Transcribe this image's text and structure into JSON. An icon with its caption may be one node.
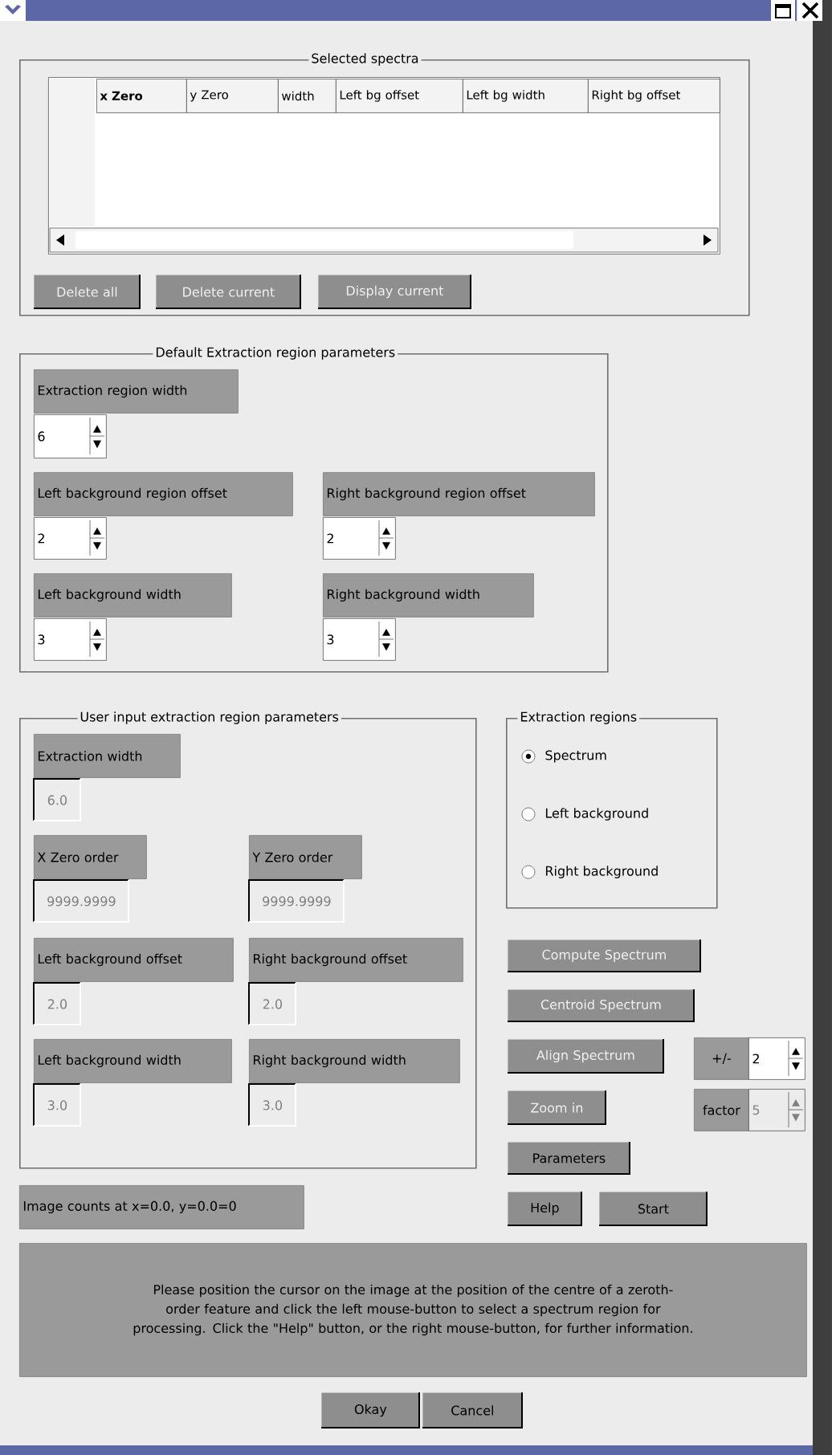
{
  "diagram": {
    "nodes": [
      {
        "text": [
          "Selected spectra"
        ]
      },
      {
        "text": [
          "x Zero",
          "y Zero",
          "width",
          "Left bg offset",
          "Left bg width",
          "Right bg offset"
        ],
        "in": 0
      },
      {
        "text": [
          "Delete all"
        ],
        "in": 0
      },
      {
        "text": [
          "Delete current"
        ],
        "in": 0
      },
      {
        "text": [
          "Display current"
        ],
        "in": 0
      },
      {
        "text": [
          "Default Extraction region parameters"
        ]
      },
      {
        "text": [
          "Extraction region width"
        ],
        "in": 5
      },
      {
        "text": [
          "6"
        ],
        "in": 5
      },
      {
        "text": [
          "Left background region offset"
        ],
        "in": 5
      },
      {
        "text": [
          "Right background region offset"
        ],
        "in": 5
      },
      {
        "text": [
          "2"
        ],
        "in": 5
      },
      {
        "text": [
          "2"
        ],
        "in": 5
      },
      {
        "text": [
          "Left background width"
        ],
        "in": 5
      },
      {
        "text": [
          "Right background width"
        ],
        "in": 5
      },
      {
        "text": [
          "3"
        ],
        "in": 5
      },
      {
        "text": [
          "3"
        ],
        "in": 5
      },
      {
        "text": [
          "User input extraction region parameters"
        ]
      },
      {
        "text": [
          "Extraction width"
        ],
        "in": 16
      },
      {
        "text": [
          "6.0"
        ],
        "in": 16
      },
      {
        "text": [
          "X Zero order"
        ],
        "in": 16
      },
      {
        "text": [
          "Y Zero order"
        ],
        "in": 16
      },
      {
        "text": [
          "9999.9999"
        ],
        "in": 16
      },
      {
        "text": [
          "9999.9999"
        ],
        "in": 16
      },
      {
        "text": [
          "Left background offset"
        ],
        "in": 16
      },
      {
        "text": [
          "Right background offset"
        ],
        "in": 16
      },
      {
        "text": [
          "2.0"
        ],
        "in": 16
      },
      {
        "text": [
          "2.0"
        ],
        "in": 16
      },
      {
        "text": [
          "Left background width"
        ],
        "in": 16
      },
      {
        "text": [
          "Right background width"
        ],
        "in": 16
      },
      {
        "text": [
          "3.0"
        ],
        "in": 16
      },
      {
        "text": [
          "3.0"
        ],
        "in": 16
      },
      {
        "text": [
          "Extraction regions",
          "Spectrum",
          "Left background",
          "Right background"
        ]
      },
      {
        "text": [
          "Compute Spectrum"
        ]
      },
      {
        "text": [
          "Centroid Spectrum"
        ]
      },
      {
        "text": [
          "Align Spectrum"
        ]
      },
      {
        "text": [
          "+/-"
        ]
      },
      {
        "text": [
          "2"
        ]
      },
      {
        "text": [
          "Zoom in"
        ]
      },
      {
        "text": [
          "factor"
        ]
      },
      {
        "text": [
          "5"
        ]
      },
      {
        "text": [
          "Parameters"
        ]
      },
      {
        "text": [
          "Image counts at x=0.0, y=0.0=0"
        ]
      },
      {
        "text": [
          "Help"
        ]
      },
      {
        "text": [
          "Start"
        ]
      },
      {
        "text": [
          "Please position the cursor on the image at the position of the centre of a zeroth-order feature and click the left mouse-button to select a spectrum region for processing. Click the \"Help\" button, or the right mouse-button, for further information."
        ]
      },
      {
        "text": [
          "Okay"
        ]
      },
      {
        "text": [
          "Cancel"
        ]
      }
    ]
  }
}
